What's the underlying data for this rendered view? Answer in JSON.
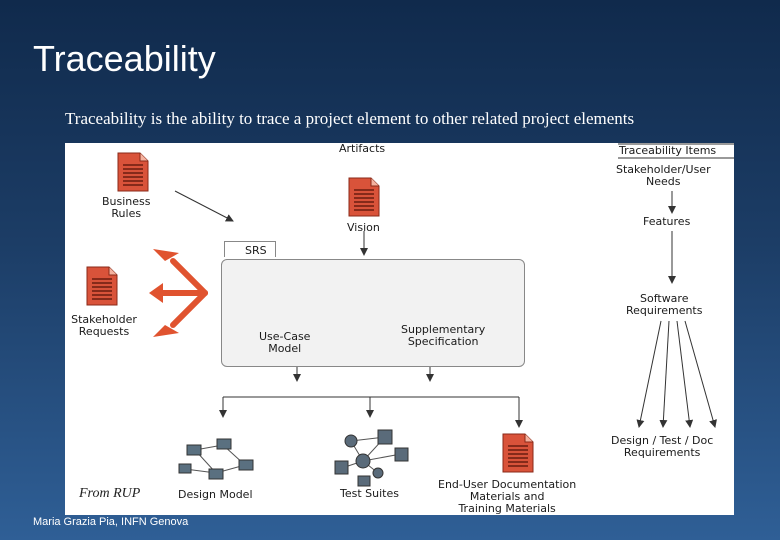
{
  "slide": {
    "title": "Traceability",
    "subtitle": "Traceability is the ability to trace a project element to other related project elements",
    "footer": "Maria Grazia Pia, INFN Genova"
  },
  "figure": {
    "credit": "From RUP",
    "artifacts_header": "Artifacts",
    "traceability_header": "Traceability Items",
    "business_rules": "Business\nRules",
    "vision": "Vision",
    "srs": "SRS",
    "stakeholder_requests": "Stakeholder\nRequests",
    "use_case_model": "Use-Case\nModel",
    "supplementary_spec": "Supplementary\nSpecification",
    "design_model": "Design Model",
    "test_suites": "Test Suites",
    "end_user_docs": "End-User Documentation\nMaterials and\nTraining Materials",
    "trace_stakeholder_needs": "Stakeholder/User\nNeeds",
    "trace_features": "Features",
    "trace_software_requirements": "Software\nRequirements",
    "trace_design_test_doc": "Design / Test / Doc\nRequirements"
  },
  "colors": {
    "doc_icon": "#d9533a",
    "arrow_orange": "#e0532f",
    "background_top": "#102a4c",
    "background_bottom": "#2f5f96"
  }
}
